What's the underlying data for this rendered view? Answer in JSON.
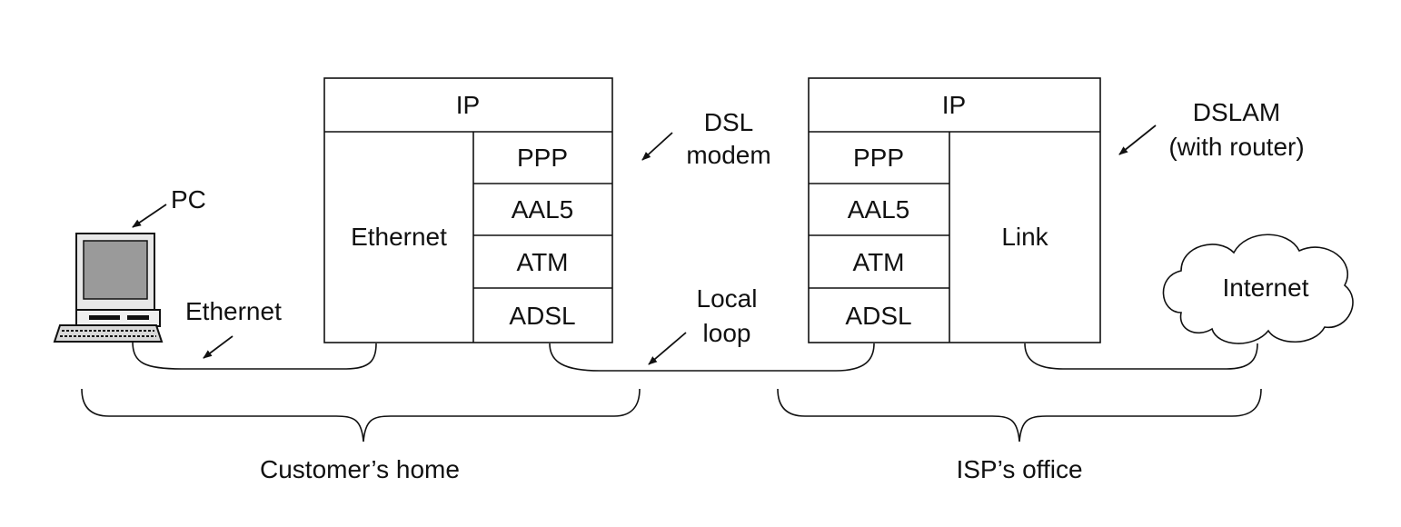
{
  "modem": {
    "ip": "IP",
    "left": "Ethernet",
    "stack": [
      "PPP",
      "AAL5",
      "ATM",
      "ADSL"
    ]
  },
  "dslam": {
    "ip": "IP",
    "stack": [
      "PPP",
      "AAL5",
      "ATM",
      "ADSL"
    ],
    "right": "Link"
  },
  "labels": {
    "pc": "PC",
    "ethernet": "Ethernet",
    "dsl_modem_1": "DSL",
    "dsl_modem_2": "modem",
    "local_loop_1": "Local",
    "local_loop_2": "loop",
    "dslam_1": "DSLAM",
    "dslam_2": "(with router)",
    "internet": "Internet",
    "customers_home": "Customer’s home",
    "isps_office": "ISP’s office"
  }
}
